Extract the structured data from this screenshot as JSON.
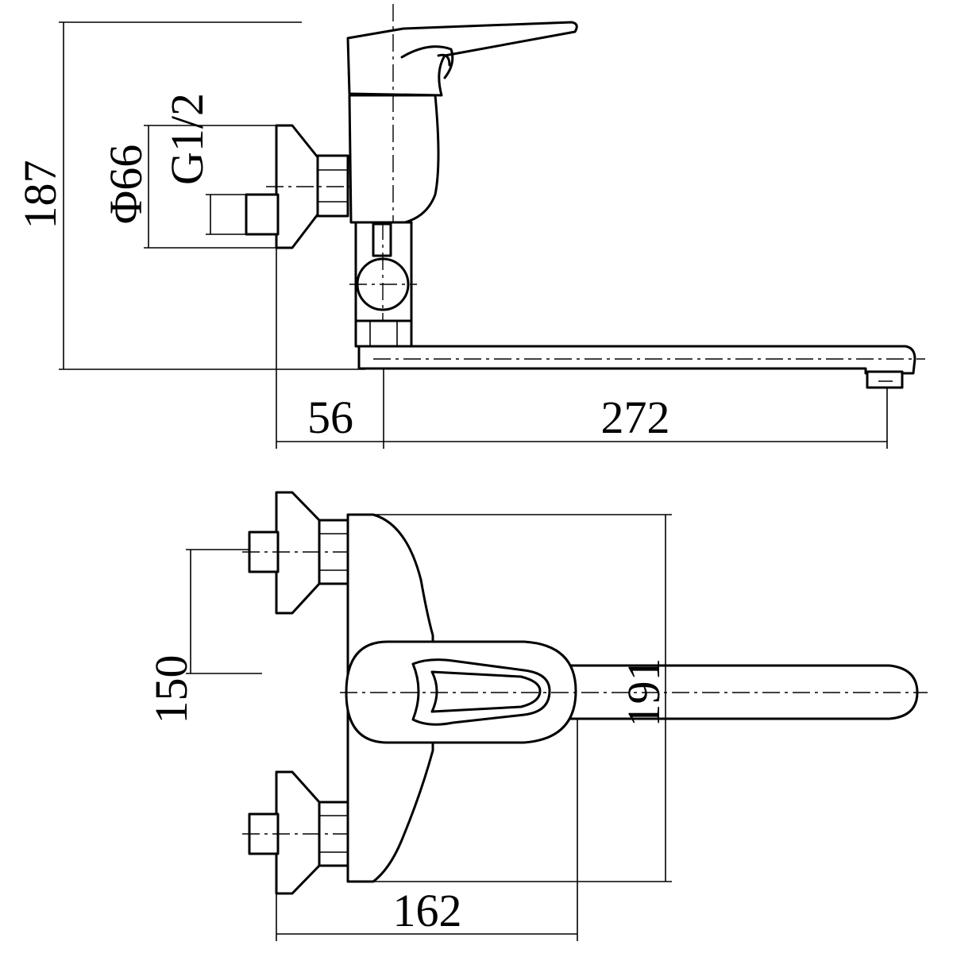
{
  "dimensions": {
    "total_height": "187",
    "wall_flange_diameter": "Φ66",
    "thread": "G1/2",
    "wall_offset": "56",
    "spout_reach": "272",
    "inlet_spacing": "150",
    "body_depth": "191",
    "body_width": "162"
  },
  "colors": {
    "line": "#000000",
    "background": "#ffffff"
  }
}
